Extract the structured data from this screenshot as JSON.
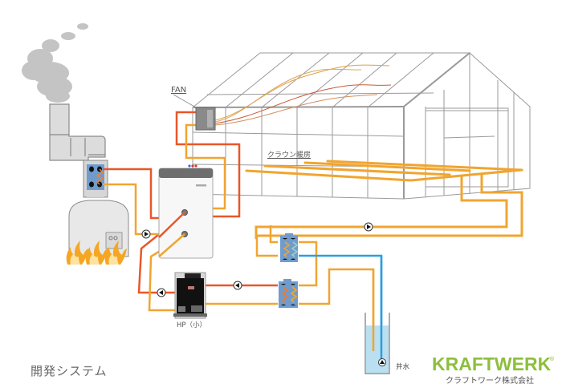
{
  "diagram": {
    "title": "開発システム",
    "labels": {
      "fan": "FAN",
      "crown_heating": "クラウン暖房",
      "heat_pump": "HP（小）",
      "well_water": "井水"
    },
    "brand": {
      "name": "KRAFTWERK",
      "registered_mark": "®",
      "company_jp": "クラフトワーク株式会社"
    },
    "components": [
      {
        "id": "chimney",
        "name": "Chimney with smoke"
      },
      {
        "id": "boiler",
        "name": "Biomass boiler with flames"
      },
      {
        "id": "exhaust-heat-exchanger",
        "name": "Exhaust heat exchanger"
      },
      {
        "id": "storage-tank",
        "name": "Hot water storage tank"
      },
      {
        "id": "fan-heater",
        "name": "FAN"
      },
      {
        "id": "greenhouse",
        "name": "Greenhouse"
      },
      {
        "id": "crown-heating-pipes",
        "name": "クラウン暖房"
      },
      {
        "id": "heat-exchanger-upper",
        "name": "Plate heat exchanger (upper)"
      },
      {
        "id": "heat-exchanger-lower",
        "name": "Plate heat exchanger (lower)"
      },
      {
        "id": "heat-pump",
        "name": "HP（小）"
      },
      {
        "id": "well",
        "name": "井水"
      }
    ],
    "colors": {
      "hot_pipe": "#e8572a",
      "warm_pipe": "#f0a530",
      "cold_pipe": "#2a9fe0",
      "exchanger": "#6f9ccc",
      "structure": "#888888",
      "water": "#b9dff0",
      "brand": "#8dbf3c",
      "smoke": "#c4c4c4"
    }
  }
}
